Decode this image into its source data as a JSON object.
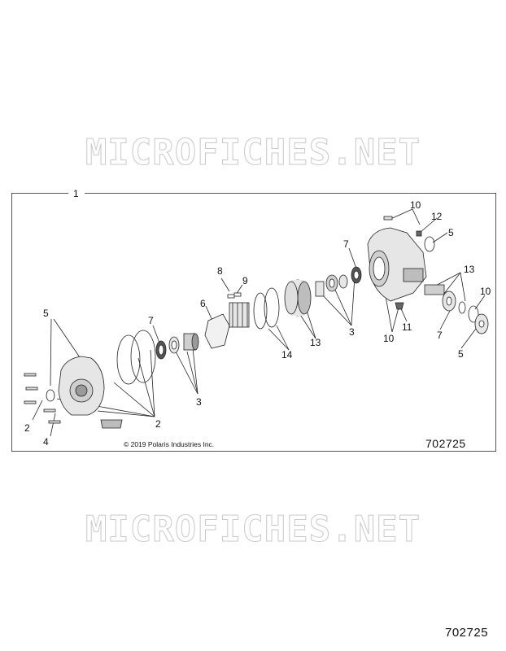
{
  "watermark": {
    "top_text": "MICROFICHES.NET",
    "bottom_text": "MICROFICHES.NET"
  },
  "diagram": {
    "callouts": [
      "1",
      "2",
      "2",
      "3",
      "3",
      "4",
      "5",
      "5",
      "5",
      "6",
      "7",
      "7",
      "7",
      "8",
      "9",
      "10",
      "10",
      "10",
      "11",
      "12",
      "13",
      "13",
      "14"
    ],
    "copyright": "© 2019 Polaris Industries Inc.",
    "figure_code": "702725"
  },
  "page_code": "702725",
  "colors": {
    "line": "#222222",
    "part_fill": "#e6e6e6",
    "part_dark": "#9a9a9a",
    "watermark": "#c9c9c9"
  }
}
